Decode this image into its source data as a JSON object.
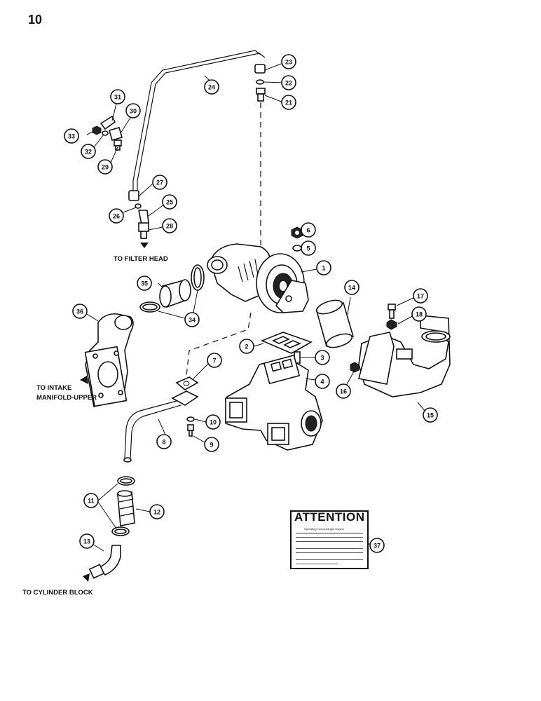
{
  "page": {
    "number": "10"
  },
  "labels": {
    "filter_head": "TO FILTER HEAD",
    "intake_manifold_line1": "TO INTAKE",
    "intake_manifold_line2": "MANIFOLD-UPPER",
    "cylinder_block": "TO CYLINDER BLOCK"
  },
  "attention": {
    "title": "ATTENTION",
    "subtitle": "Operating Turbocharged Engine"
  },
  "callouts": [
    "1",
    "2",
    "3",
    "4",
    "5",
    "6",
    "7",
    "8",
    "9",
    "10",
    "11",
    "12",
    "13",
    "14",
    "15",
    "16",
    "17",
    "18",
    "21",
    "22",
    "23",
    "24",
    "25",
    "26",
    "27",
    "28",
    "29",
    "30",
    "31",
    "32",
    "33",
    "34",
    "35",
    "36",
    "37"
  ]
}
